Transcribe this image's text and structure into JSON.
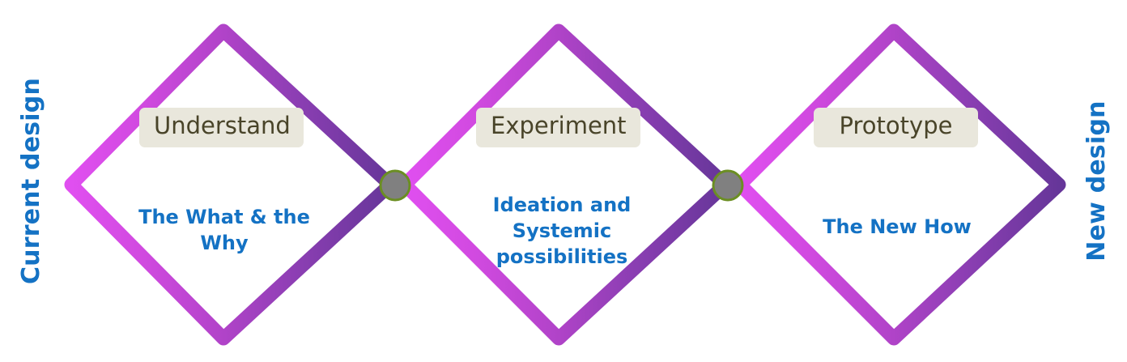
{
  "diagram": {
    "type": "double-diamond-process",
    "left_axis_label": "Current design",
    "right_axis_label": "New design",
    "accent_blue": "#1472C4",
    "label_box_fill": "#E9E7DC",
    "label_text_color": "#494429",
    "gradient_start": "#DB4CE8",
    "gradient_mid": "#C04BD0",
    "gradient_end": "#6B3A9E",
    "connector_fill": "#808080",
    "connector_stroke": "#6B8E23",
    "stages": [
      {
        "id": "understand",
        "title": "Understand",
        "subtitle": "The What & the Why",
        "subtitle_lines": [
          "The What & the",
          "Why"
        ]
      },
      {
        "id": "experiment",
        "title": "Experiment",
        "subtitle": "Ideation and Systemic possibilities",
        "subtitle_lines": [
          "Ideation and",
          "Systemic",
          "possibilities"
        ]
      },
      {
        "id": "prototype",
        "title": "Prototype",
        "subtitle": "The New How",
        "subtitle_lines": [
          "The New How"
        ]
      }
    ],
    "connectors": [
      {
        "id": "connector-1"
      },
      {
        "id": "connector-2"
      }
    ]
  }
}
